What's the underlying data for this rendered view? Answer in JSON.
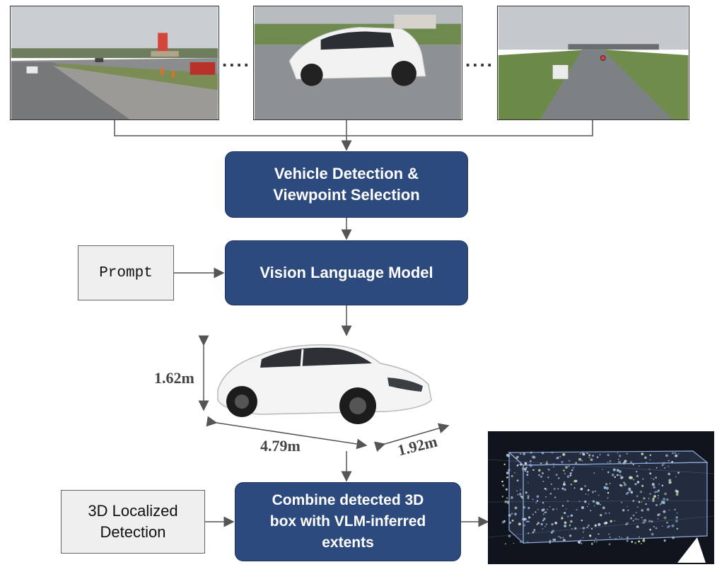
{
  "nodes": {
    "detection": "Vehicle Detection &\nViewpoint Selection",
    "vlm": "Vision Language Model",
    "combine": "Combine detected 3D\nbox with VLM-inferred\nextents"
  },
  "inputs": {
    "prompt": "Prompt",
    "localized": "3D Localized\nDetection"
  },
  "ellipsis": "....",
  "dimensions": {
    "height": "1.62m",
    "length": "4.79m",
    "width": "1.92m"
  },
  "colors": {
    "node_fill": "#2c4a7e",
    "node_text": "#ffffff",
    "input_fill": "#efefef",
    "arrow": "#555555",
    "marker": "#e53935"
  }
}
